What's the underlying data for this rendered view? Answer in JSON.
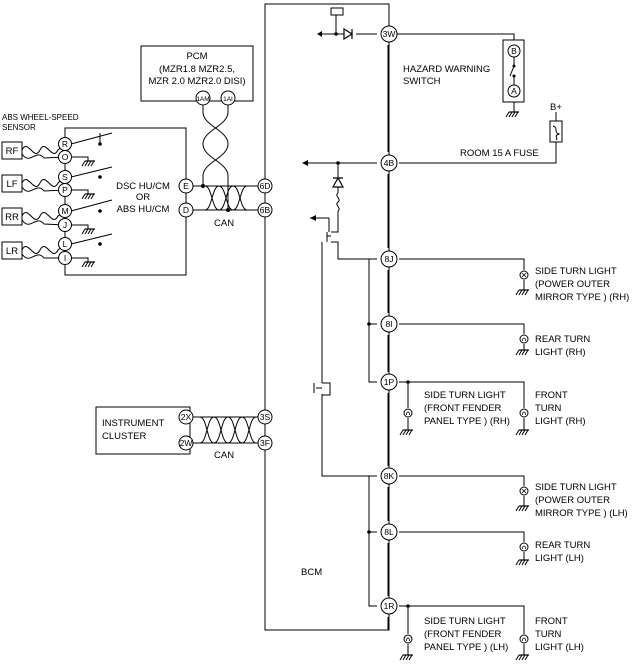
{
  "labels": {
    "pcm_1": "PCM",
    "pcm_2": "(MZR1.8 MZR2.5,",
    "pcm_3": "MZR 2.0 MZR2.0 DISI)",
    "abs_sensor_1": "ABS WHEEL-SPEED",
    "abs_sensor_2": "SENSOR",
    "dsc_1": "DSC HU/CM",
    "dsc_2": "OR",
    "dsc_3": "ABS HU/CM",
    "can_top": "CAN",
    "can_bottom": "CAN",
    "instrument_1": "INSTRUMENT",
    "instrument_2": "CLUSTER",
    "bcm": "BCM",
    "hazard_1": "HAZARD WARNING",
    "hazard_2": "SWITCH",
    "bplus": "B+",
    "room_fuse": "ROOM 15 A FUSE",
    "side_turn_rh_1": "SIDE TURN LIGHT",
    "side_turn_rh_2": "(POWER OUTER",
    "side_turn_rh_3": "MIRROR TYPE ) (RH)",
    "rear_turn_rh_1": "REAR TURN",
    "rear_turn_rh_2": "LIGHT (RH)",
    "fender_rh_1": "SIDE TURN LIGHT",
    "fender_rh_2": "(FRONT FENDER",
    "fender_rh_3": "PANEL TYPE ) (RH)",
    "front_rh_1": "FRONT",
    "front_rh_2": "TURN",
    "front_rh_3": "LIGHT (RH)",
    "side_turn_lh_1": "SIDE TURN LIGHT",
    "side_turn_lh_2": "(POWER OUTER",
    "side_turn_lh_3": "MIRROR TYPE ) (LH)",
    "rear_turn_lh_1": "REAR TURN",
    "rear_turn_lh_2": "LIGHT (LH)",
    "fender_lh_1": "SIDE TURN LIGHT",
    "fender_lh_2": "(FRONT FENDER",
    "fender_lh_3": "PANEL TYPE ) (LH)",
    "front_lh_1": "FRONT",
    "front_lh_2": "TURN",
    "front_lh_3": "LIGHT (LH)"
  },
  "sensors": {
    "rf": "RF",
    "lf": "LF",
    "rr": "RR",
    "lr": "LR"
  },
  "pins": {
    "p1am": "1AM",
    "p1ai": "1AI",
    "e": "E",
    "d": "D",
    "r": "R",
    "o": "O",
    "s": "S",
    "p": "P",
    "m": "M",
    "j": "J",
    "l": "L",
    "i": "I",
    "p6d": "6D",
    "p6b": "6B",
    "p3w": "3W",
    "p4b": "4B",
    "p8j": "8J",
    "p8i": "8I",
    "p1p": "1P",
    "p8k": "8K",
    "p8l": "8L",
    "p1r": "1R",
    "p3s": "3S",
    "p3f": "3F",
    "p2x": "2X",
    "p2w": "2W",
    "hb": "B",
    "ha": "A"
  }
}
